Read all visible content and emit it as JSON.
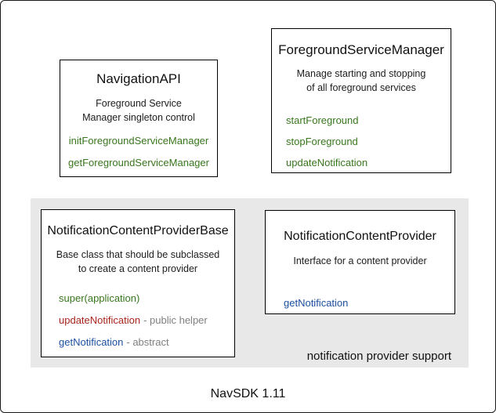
{
  "footer": {
    "label": "NavSDK 1.11"
  },
  "group": {
    "label": "notification provider support"
  },
  "colors": {
    "method_green": "#38761d",
    "method_red": "#a8251c",
    "method_blue": "#1d4f9e",
    "annotation_gray": "#7f7f7f",
    "group_background": "#e8e8e8",
    "box_border": "#000000"
  },
  "boxes": {
    "navigation_api": {
      "title": "NavigationAPI",
      "description": "Foreground Service\nManager singleton control",
      "methods": [
        {
          "name": "initForegroundServiceManager",
          "color": "green"
        },
        {
          "name": "getForegroundServiceManager",
          "color": "green"
        }
      ]
    },
    "foreground_service_manager": {
      "title": "ForegroundServiceManager",
      "description": "Manage starting and stopping\nof all foreground services",
      "methods": [
        {
          "name": "startForeground",
          "color": "green"
        },
        {
          "name": "stopForeground",
          "color": "green"
        },
        {
          "name": "updateNotification",
          "color": "green"
        }
      ]
    },
    "notification_content_provider_base": {
      "title": "NotificationContentProviderBase",
      "description": "Base class that should be subclassed\nto create a content provider",
      "methods": [
        {
          "name": "super(application)",
          "color": "green",
          "annotation": ""
        },
        {
          "name": "updateNotification",
          "color": "red",
          "annotation": "- public helper"
        },
        {
          "name": "getNotification",
          "color": "blue",
          "annotation": "- abstract"
        }
      ]
    },
    "notification_content_provider": {
      "title": "NotificationContentProvider",
      "description": "Interface for a content provider",
      "methods": [
        {
          "name": "getNotification",
          "color": "blue"
        }
      ]
    }
  }
}
